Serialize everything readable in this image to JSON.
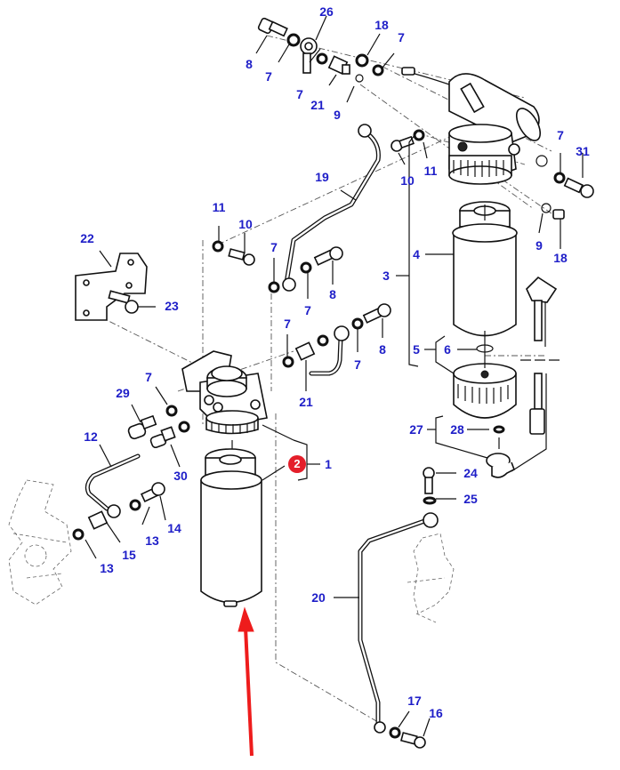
{
  "diagram": {
    "title": "Fuel filter assembly exploded parts view",
    "label_color": "#1e1ec8",
    "badge_color": "#e41e2a",
    "arrow_color": "#ee1c1c",
    "highlighted_part": "2",
    "labels": {
      "l26": "26",
      "l18a": "18",
      "l7a": "7",
      "l8a": "8",
      "l7b": "7",
      "l7c": "7",
      "l21a": "21",
      "l9a": "9",
      "l19": "19",
      "l10a": "10",
      "l11a": "11",
      "l7d": "7",
      "l31": "31",
      "l11b": "11",
      "l10b": "10",
      "l22": "22",
      "l7e": "7",
      "l7f": "7",
      "l8b": "8",
      "l23": "23",
      "l3": "3",
      "l4": "4",
      "l9b": "9",
      "l18b": "18",
      "l7g": "7",
      "l7h": "7",
      "l8c": "8",
      "l21b": "21",
      "l5": "5",
      "l6": "6",
      "l7i": "7",
      "l29": "29",
      "l12": "12",
      "l30": "30",
      "l1": "1",
      "l27": "27",
      "l28": "28",
      "l24": "24",
      "l25": "25",
      "l13a": "13",
      "l14": "14",
      "l15": "15",
      "l13b": "13",
      "l20": "20",
      "l17": "17",
      "l16": "16"
    },
    "badge_label": "2"
  }
}
